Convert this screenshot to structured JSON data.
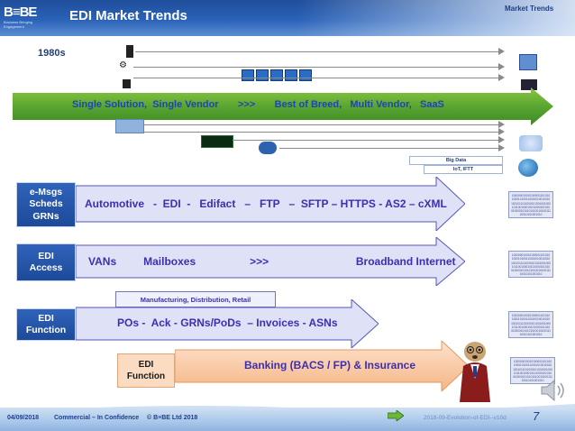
{
  "header": {
    "logo_text": "B≡BE",
    "logo_tagline": "Business Bringing Engagement",
    "title": "EDI  Market Trends",
    "corner_label": "Market Trends"
  },
  "timeline": {
    "era_label": "1980s",
    "tags": [
      "Big Data",
      "IoT,  IFTT"
    ],
    "green_arrow_text": "Single Solution,  Single Vendor       >>>       Best of Breed,   Multi Vendor,   SaaS"
  },
  "rows": [
    {
      "box": "e-Msgs\nScheds\nGRNs",
      "arrow_text": "Automotive   -  EDI  -   Edifact   –   FTP   –  SFTP – HTTPS - AS2 – cXML"
    },
    {
      "box": "EDI\nAccess",
      "arrow_text": "VANs         Mailboxes                  >>>                             Broadband Internet"
    },
    {
      "box": "EDI\nFunction",
      "arrow_text": "POs -  Ack - GRNs/PoDs  – Invoices - ASNs",
      "context_label": "Manufacturing,  Distribution,  Retail"
    },
    {
      "box": "EDI\nFunction",
      "arrow_text": "Banking (BACS / FP) & Insurance"
    }
  ],
  "binary_blocks": [
    "1000000100101000011010101000101001100100100100101001011101000101001001000101100100010101000101010010000101010101001010011110010101001010",
    "1000000100101000011010101000101001100100100100101001011101000101001001000101100100010101000101010010000101010101001010011110010101001010",
    "1000000100101000011010101000101001100100100100101001011101000101001001000101100100010101000101010010000101010101001010011110010101001010",
    "1000000100101000011010101000101001100100100100101001011101000101001001000101100100010101000101010010000101010101001010011110010101001010"
  ],
  "footer": {
    "date": "04/09/2018",
    "confidentiality": "Commercial – In Confidence",
    "copyright": "© B≡BE Ltd  2018",
    "document": "2018-09-Evolution-of-EDI--v10d",
    "page_number": "7"
  },
  "icons": [
    "server-icon",
    "gear-icon",
    "laptops-icon",
    "building-icon",
    "lock-cloud-icon",
    "network-icon",
    "globe-icon",
    "computer-icon",
    "binary-chip-icon",
    "meerkat-image",
    "speaker-icon",
    "next-arrow-icon"
  ],
  "colors": {
    "header_blue": "#1f4e9a",
    "green_arrow": "#5aa532",
    "blue_arrow": "#dfe1f7",
    "orange_arrow": "#f7c8a1",
    "label_text": "#3c2fb0"
  }
}
